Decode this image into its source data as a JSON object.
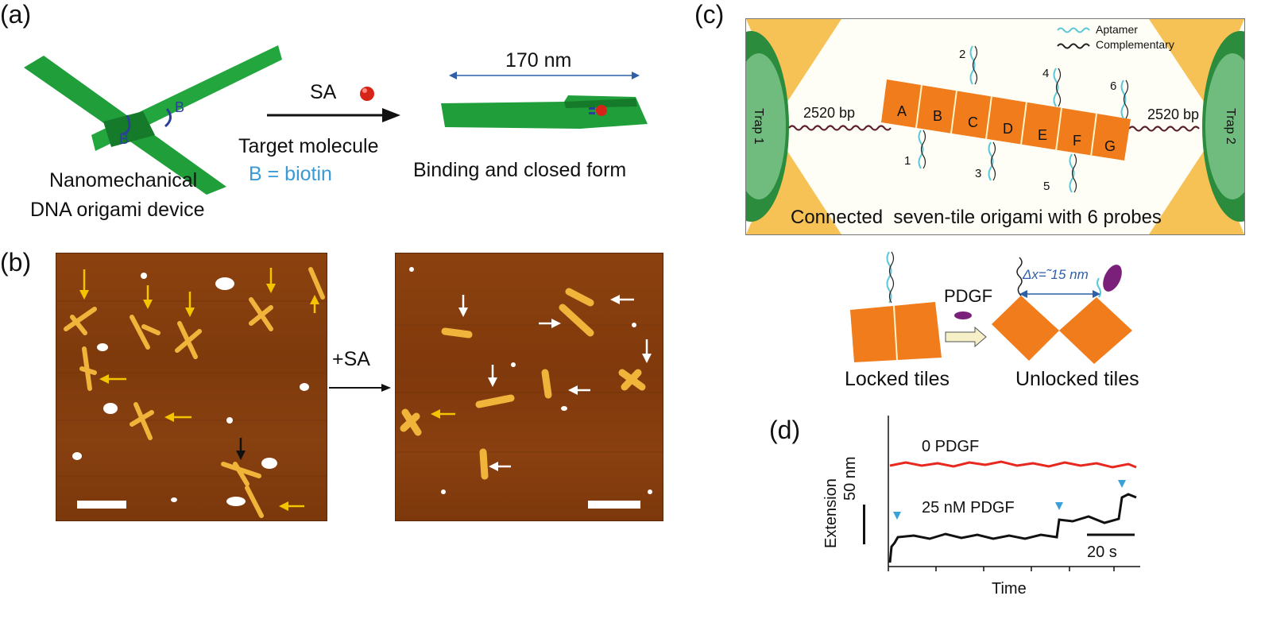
{
  "panels": {
    "a": {
      "label": "(a)",
      "b_mark_1": "B",
      "b_mark_2": "B",
      "device_caption_1": "Nanomechanical",
      "device_caption_2": "DNA origami device",
      "sa_label": "SA",
      "target_label": "Target molecule",
      "biotin_label": "B = biotin",
      "length_label": "170 nm",
      "closed_label": "Binding and closed form"
    },
    "b": {
      "label": "(b)",
      "arrow_label": "+SA"
    },
    "c": {
      "label": "(c)",
      "legend_aptamer": "Aptamer",
      "legend_complementary": "Complementary",
      "trap1": "Trap 1",
      "trap2": "Trap 2",
      "bp_left": "2520 bp",
      "bp_right": "2520 bp",
      "tiles": [
        "A",
        "B",
        "C",
        "D",
        "E",
        "F",
        "G"
      ],
      "probes": [
        "1",
        "2",
        "3",
        "4",
        "5",
        "6"
      ],
      "caption": "Connected  seven-tile origami with 6 probes",
      "pdgf_label": "PDGF",
      "dx_label": "Δx=˜15 nm",
      "locked_label": "Locked tiles",
      "unlocked_label": "Unlocked tiles"
    },
    "d": {
      "label": "(d)",
      "trace_0_label": "0 PDGF",
      "trace_25_label": "25 nM PDGF",
      "y_axis_label": "Extension",
      "y_scale_label": "50 nm",
      "x_axis_label": "Time",
      "x_scale_label": "20 s"
    }
  },
  "colors": {
    "origami_green": "#1f9e3a",
    "tile_orange": "#f07c1c",
    "afm_brown": "#8a3f0c",
    "trace_red": "#e8281f",
    "trace_black": "#111111",
    "step_marker_blue": "#3aa0d8",
    "biotin_blue": "#3a9ad6",
    "pdgf_purple": "#7a1f7a"
  }
}
